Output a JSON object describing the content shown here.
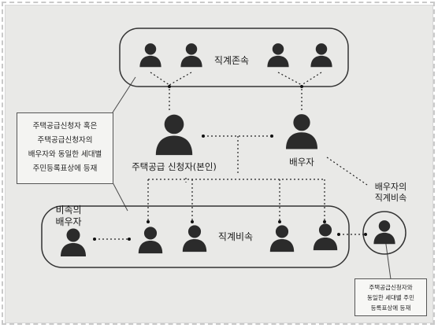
{
  "groups": {
    "ascendants": "직계존속",
    "descendants": "직계비속"
  },
  "persons": {
    "applicant": "주택공급 신청자(본인)",
    "spouse": "배우자",
    "descendant_spouse_line1": "비속의",
    "descendant_spouse_line2": "배우자",
    "spouse_descendant_line1": "배우자의",
    "spouse_descendant_line2": "직계비속"
  },
  "notes": {
    "left": [
      "주택공급신청자 혹은",
      "주택공급신청자의",
      "배우자와 동일한 세대별",
      "주민등록표상에 등재"
    ],
    "bottom_right": [
      "주택공급신청자와",
      "동일한 세대별 주민",
      "등록표상에 등재"
    ]
  },
  "colors": {
    "person": "#2b2b2b",
    "outline": "#3a3a3a",
    "background": "#e9e9e7"
  }
}
